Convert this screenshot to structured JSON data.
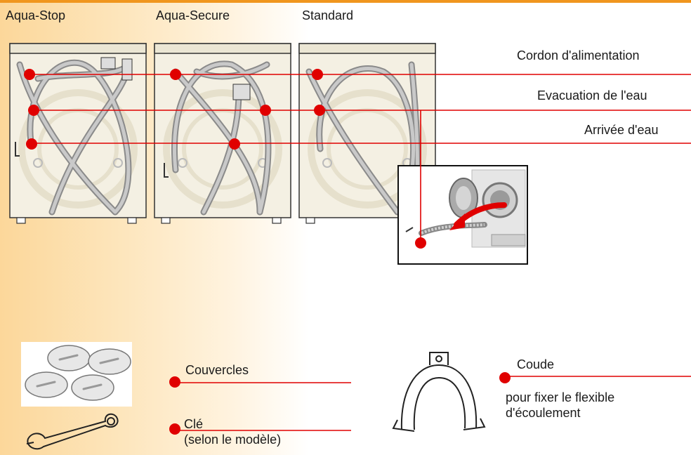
{
  "colors": {
    "accent_line": "#e00000",
    "top_bar": "#f0961e",
    "hose": "#a8a8a8",
    "machine_body": "#f4f0e3"
  },
  "machines": {
    "aqua_stop": "Aqua-Stop",
    "aqua_secure": "Aqua-Secure",
    "standard": "Standard"
  },
  "labels": {
    "power_cord": "Cordon d'alimentation",
    "water_drain": "Evacuation de l'eau",
    "water_inlet": "Arrivée d'eau"
  },
  "accessories": {
    "covers": "Couvercles",
    "wrench": "Clé",
    "wrench_note": "(selon le modèle)",
    "elbow": "Coude",
    "elbow_note_line1": "pour fixer le flexible",
    "elbow_note_line2": "d'écoulement"
  }
}
